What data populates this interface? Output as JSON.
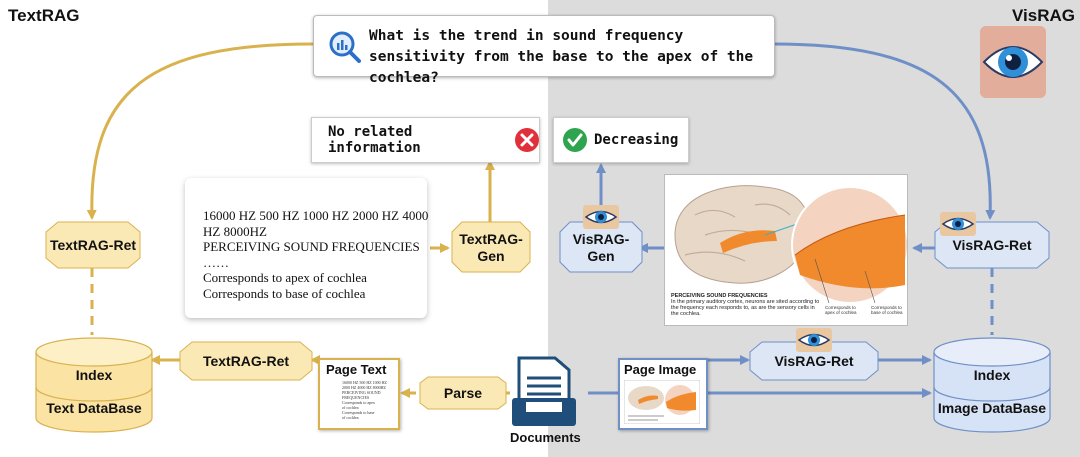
{
  "left_title": "TextRAG",
  "right_title": "VisRAG",
  "query": "What is the trend in sound frequency sensitivity from the base to the apex of the cochlea?",
  "answers": {
    "textrag": "No related information",
    "visrag": "Decreasing"
  },
  "nodes": {
    "textrag_ret_top": "TextRAG-Ret",
    "textrag_ret_bottom": "TextRAG-Ret",
    "textrag_gen_line1": "TextRAG-",
    "textrag_gen_line2": "Gen",
    "visrag_gen_line1": "VisRAG-",
    "visrag_gen_line2": "Gen",
    "visrag_ret_top": "VisRAG-Ret",
    "visrag_ret_bottom": "VisRAG-Ret",
    "parse": "Parse"
  },
  "retrieved_text": [
    "16000 HZ 500 HZ 1000 HZ 2000 HZ 4000",
    "HZ 8000HZ",
    "PERCEIVING SOUND FREQUENCIES",
    "……",
    "Corresponds to apex of cochlea",
    "Corresponds to base of cochlea"
  ],
  "figure": {
    "caption_title": "PERCEIVING SOUND FREQUENCIES",
    "caption_body": "In the primary auditory cortex, neurons are sited according to the frequency each responds to, as are the sensory cells in the cochlea.",
    "label_apex": "Corresponds to apex of cochlea",
    "label_base": "Corresponds to base of cochlea"
  },
  "page_text": {
    "label": "Page Text",
    "thumb_lines": [
      "16000 HZ 500 HZ 1000 HZ",
      "2000 HZ 4000 HZ 8000HZ",
      "PERCEIVING SOUND",
      "FREQUENCIES",
      "Corresponds to apex",
      "of cochlea",
      "Corresponds to base",
      "of cochlea"
    ]
  },
  "page_image": {
    "label": "Page Image"
  },
  "documents_label": "Documents",
  "text_db": {
    "top": "Index",
    "bottom": "Text DataBase"
  },
  "image_db": {
    "top": "Index",
    "bottom": "Image DataBase"
  },
  "colors": {
    "text_accent": "#d9b24e",
    "text_fill": "#fbe9b5",
    "vis_accent": "#6f8fc7",
    "vis_fill": "#dde6f5",
    "wrong": "#e0303c",
    "correct": "#2fa44f",
    "doc_icon": "#1f4e7a"
  }
}
